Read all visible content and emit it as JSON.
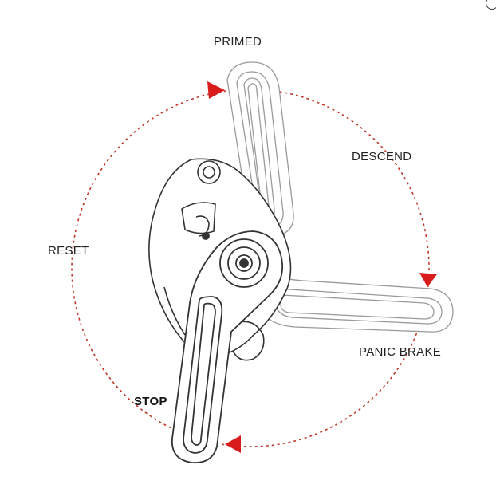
{
  "labels": {
    "primed": "PRIMED",
    "descend": "DESCEND",
    "reset": "RESET",
    "panic_brake": "PANIC BRAKE",
    "stop": "STOP"
  },
  "colors": {
    "arrow": "#d81b1b",
    "dashed_circle": "#c0392b",
    "line_art": "#333333",
    "ghost_line_art": "#9a9a9a"
  },
  "icons": {
    "arrowheads": "triangle-arrow-icon"
  }
}
